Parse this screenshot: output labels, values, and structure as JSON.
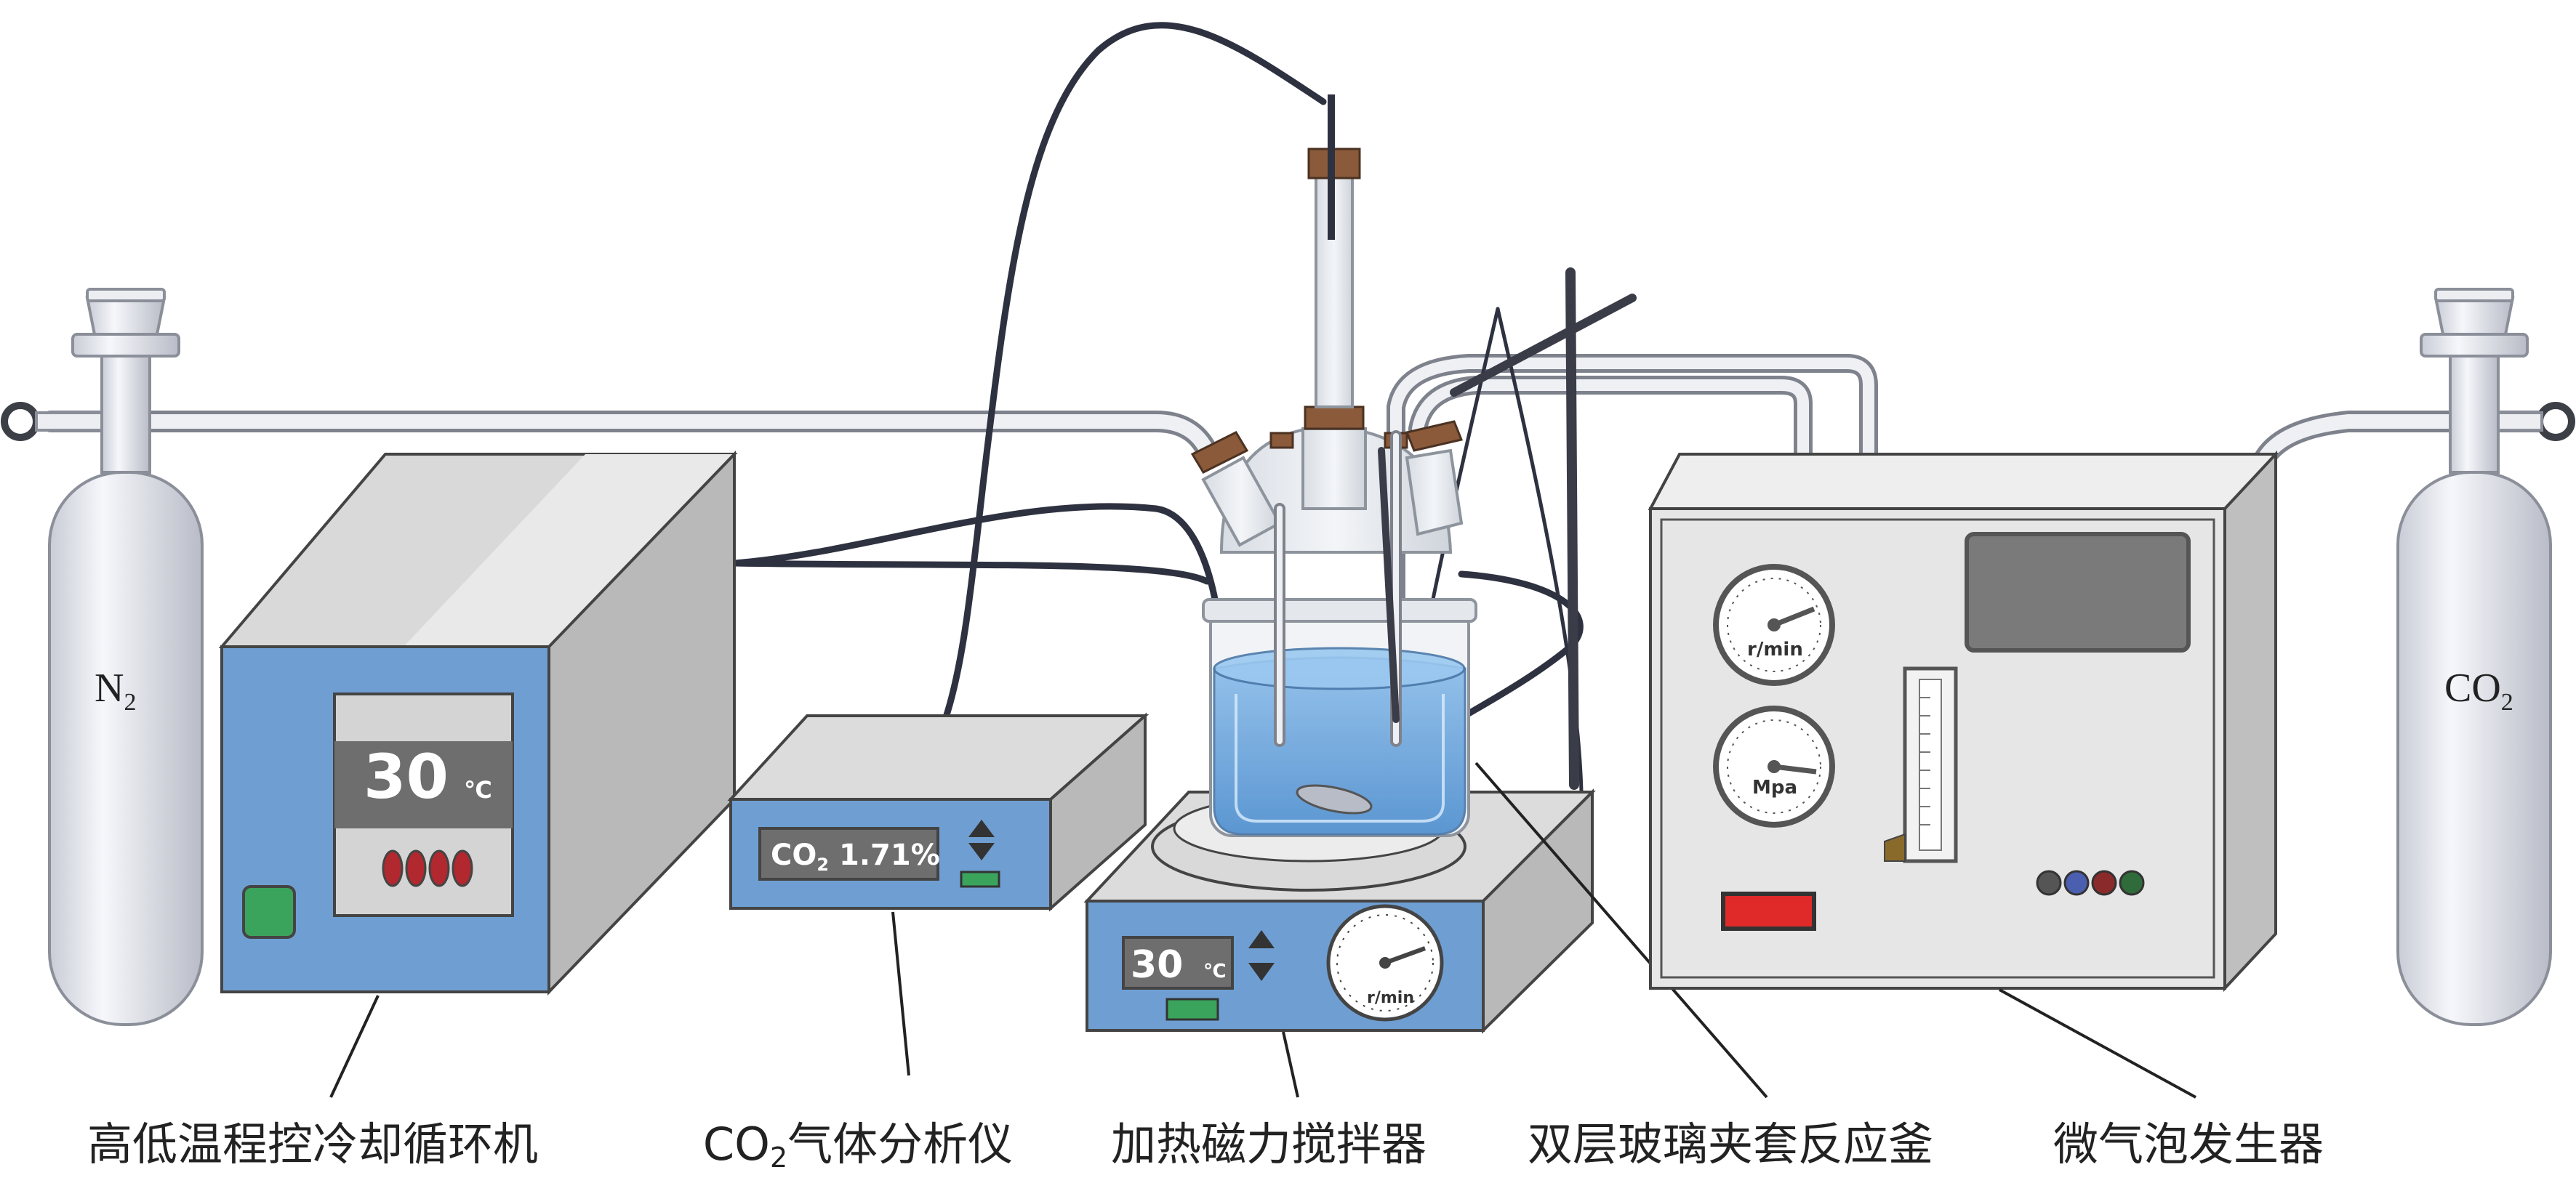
{
  "cylinders": {
    "left": {
      "formula": "N",
      "subscript": "2"
    },
    "right": {
      "formula": "CO",
      "subscript": "2"
    }
  },
  "chiller": {
    "display_value": "30",
    "display_unit": "℃"
  },
  "analyzer": {
    "display_prefix": "CO",
    "display_sub": "2",
    "display_value": "1.71%"
  },
  "stirrer": {
    "display_value": "30",
    "display_unit": "℃",
    "dial_unit": "r/min"
  },
  "bubble_generator": {
    "gauge1_unit": "r/min",
    "gauge2_unit": "Mpa"
  },
  "captions": {
    "chiller": "高低温程控冷却循环机",
    "analyzer_prefix": "CO",
    "analyzer_sub": "2",
    "analyzer_rest": "气体分析仪",
    "stirrer": "加热磁力搅拌器",
    "reactor": "双层玻璃夹套反应釜",
    "bubble": "微气泡发生器"
  },
  "colors": {
    "panel_blue": "#6f9fd2",
    "water_blue": "#5b9bd6",
    "metal": "#d9d9d9",
    "dark": "#333333"
  }
}
